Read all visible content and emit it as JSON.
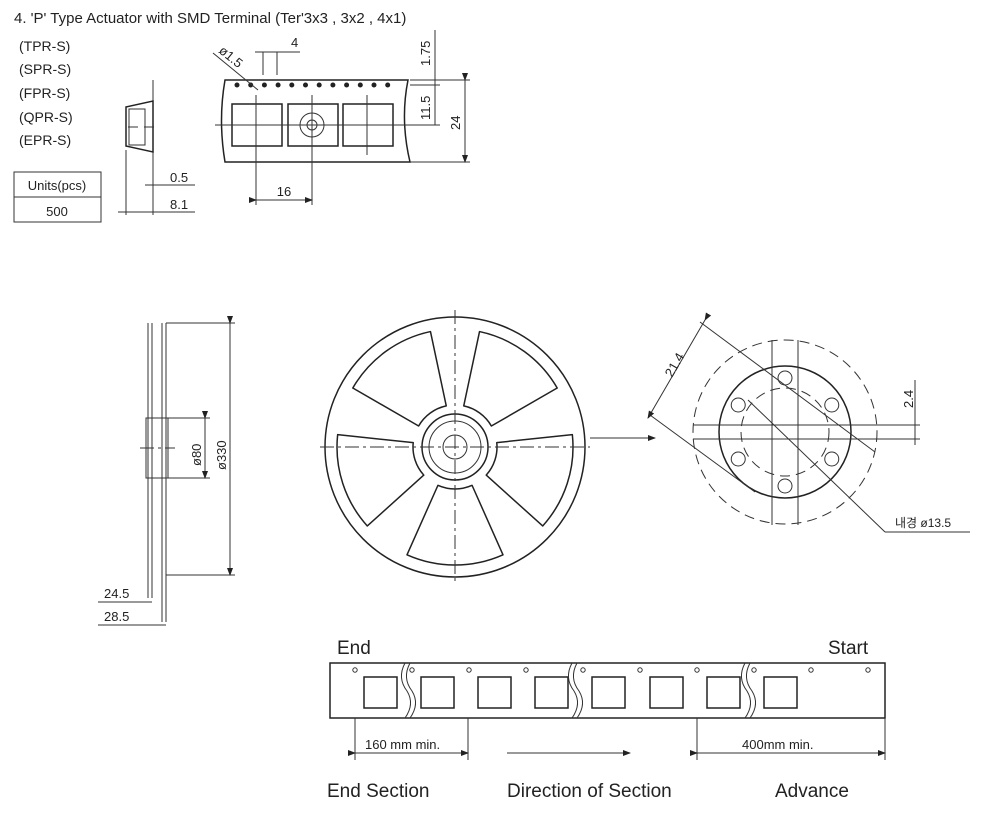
{
  "title": "4. 'P' Type Actuator with SMD Terminal (Ter'3x3 , 3x2 , 4x1)",
  "models": [
    "(TPR-S)",
    "(SPR-S)",
    "(FPR-S)",
    "(QPR-S)",
    "(EPR-S)"
  ],
  "units_table": {
    "header": "Units(pcs)",
    "value": "500"
  },
  "tape_dims": {
    "pitch_hole": "4",
    "hole_dia": "ø1.5",
    "edge": "1.75",
    "center": "11.5",
    "width": "24",
    "pocket_pitch": "16",
    "thickness": "0.5",
    "depth": "8.1"
  },
  "reel_dims": {
    "hub": "ø80",
    "reel": "ø330",
    "inner_width": "24.5",
    "outer_width": "28.5"
  },
  "hub_detail": {
    "diag": "21.4",
    "slot": "2.4",
    "inner": "내경 ø13.5"
  },
  "leader": {
    "end": "End",
    "start": "Start",
    "end_len": "160 mm min.",
    "start_len": "400mm min.",
    "end_section": "End Section",
    "direction": "Direction of Section",
    "advance": "Advance"
  }
}
